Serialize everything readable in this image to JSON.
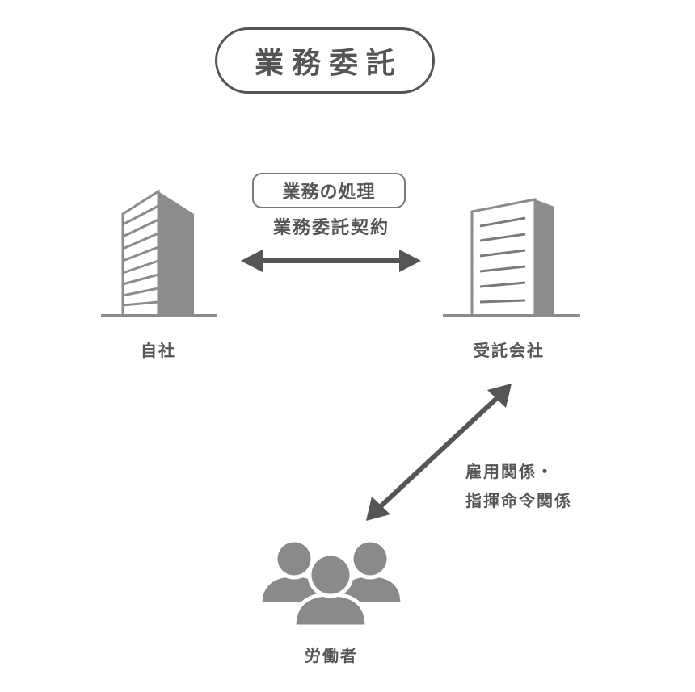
{
  "title": "業務委託",
  "contract": {
    "subject_label": "業務の処理",
    "contract_label": "業務委託契約"
  },
  "entities": {
    "own_company": "自社",
    "contractor": "受託会社",
    "workers": "労働者"
  },
  "relationship": {
    "line1": "雇用関係・",
    "line2": "指揮命令関係"
  },
  "icons": {
    "own_company_icon": "office-building-striped",
    "contractor_icon": "office-building",
    "workers_icon": "group-of-people",
    "contract_arrow": "double-headed-arrow-horizontal",
    "relationship_arrow": "double-headed-arrow-diagonal"
  },
  "colors": {
    "primary": "#555555",
    "building_dark": "#8c8c8c",
    "building_line": "#7a7a7a",
    "people": "#8a8a8a",
    "background": "#ffffff"
  }
}
